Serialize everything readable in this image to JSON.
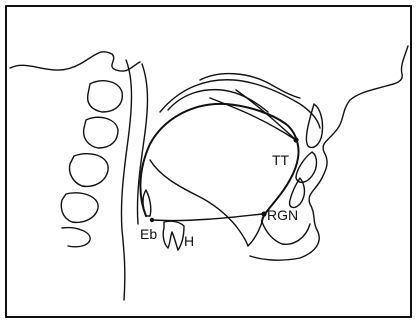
{
  "figure": {
    "labels": {
      "tt": "TT",
      "rgn": "RGN",
      "eb": "Eb",
      "h": "H"
    }
  }
}
